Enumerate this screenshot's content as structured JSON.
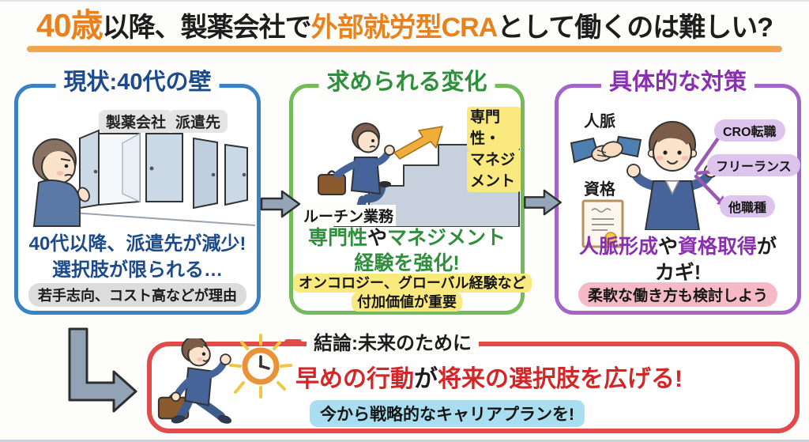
{
  "title": {
    "seg1": "40歳",
    "seg2": "以降、製薬会社で",
    "seg3": "外部就労型CRA",
    "seg4": "として働くのは難しい?"
  },
  "panel_current": {
    "title": "現状:40代の壁",
    "door_label_1": "製薬会社",
    "door_label_2": "派遣先",
    "message_line1": "40代以降、派遣先が減少!",
    "message_line2": "選択肢が限られる…",
    "note": "若手志向、コスト高などが理由"
  },
  "panel_change": {
    "title": "求められる変化",
    "goal_line1": "専門性・",
    "goal_line2": "マネジメント",
    "start_label": "ルーチン業務",
    "msg_seg1": "専門性",
    "msg_seg2": "や",
    "msg_seg3": "マネジメント",
    "msg_line2": "経験を強化!",
    "highlight_line1": "オンコロジー、グローバル経験など",
    "highlight_line2": "付加価値が重要"
  },
  "panel_measures": {
    "title": "具体的な対策",
    "network_label": "人脈",
    "license_label": "資格",
    "option1": "CRO転職",
    "option2": "フリーランス",
    "option3": "他職種",
    "msg_seg1": "人脈形成",
    "msg_seg2": "や",
    "msg_seg3": "資格取得",
    "msg_seg4": "が",
    "msg_line2": "カギ!",
    "note": "柔軟な働き方も検討しよう"
  },
  "conclusion": {
    "heading": "結論:未来のために",
    "main_seg1": "早めの行動",
    "main_seg2": "が",
    "main_seg3": "将来の選択肢を広げる!",
    "sub": "今から戦略的なキャリアプランを!"
  },
  "colors": {
    "accent_orange": "#e8821e",
    "underline_orange": "#f2a44e",
    "panel_blue_border": "#3b82c4",
    "text_navy": "#1d4a8a",
    "panel_green_border": "#74bb5c",
    "text_green": "#2f8f3c",
    "panel_purple_border": "#a565c6",
    "text_purple": "#8a2fb0",
    "conclusion_red_border": "#e14b4b",
    "text_red": "#d32626",
    "highlight_yellow": "#fae97e",
    "highlight_pink": "#f6bac6",
    "highlight_blue": "#a9ddf0",
    "gray_pill": "#dcdcdc",
    "option_pill_purple": "#dcc4ec",
    "arrow_gray": "#95a5b8"
  }
}
